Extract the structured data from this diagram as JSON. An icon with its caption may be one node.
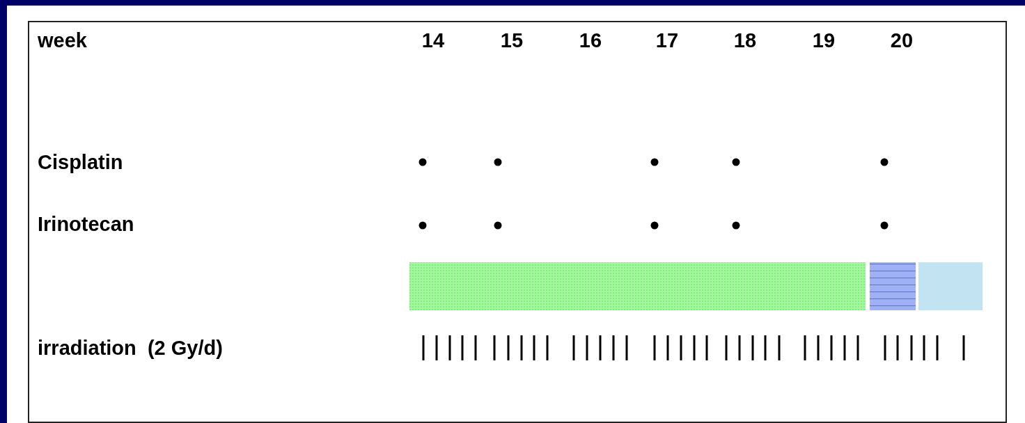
{
  "diagram": {
    "labels": [
      "week",
      "14",
      "15",
      "16",
      "17",
      "18",
      "19",
      "20",
      "Cisplatin",
      "Irinotecan",
      "irradiation  (2 Gy/d)"
    ]
  }
}
